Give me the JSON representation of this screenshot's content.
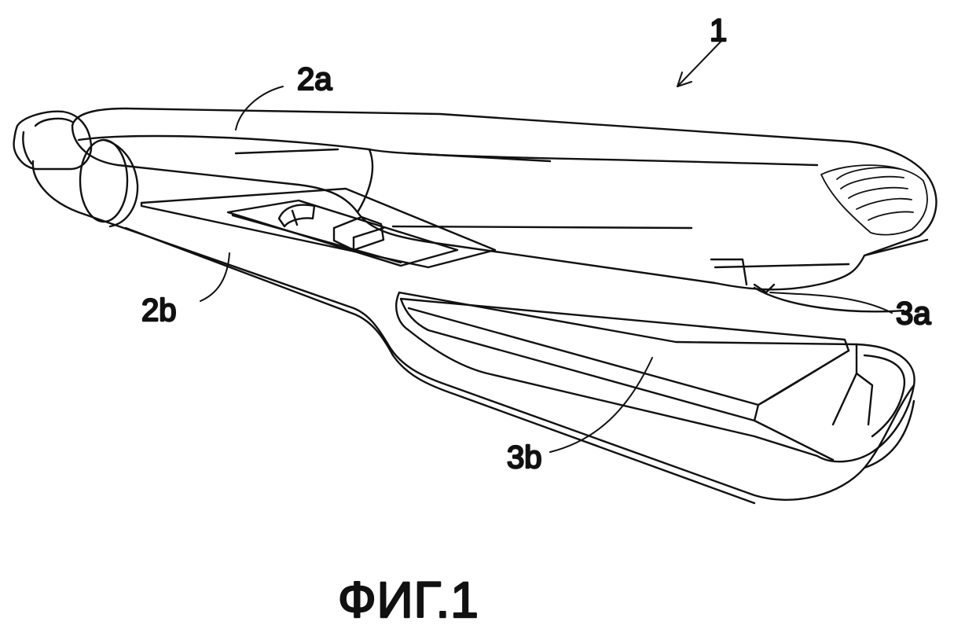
{
  "figure": {
    "caption": "ФИГ.1",
    "labels": {
      "device": "1",
      "upper_arm": "2a",
      "lower_arm": "2b",
      "upper_plate": "3a",
      "lower_plate": "3b"
    },
    "colors": {
      "ink": "#111111",
      "paper": "#ffffff"
    }
  }
}
